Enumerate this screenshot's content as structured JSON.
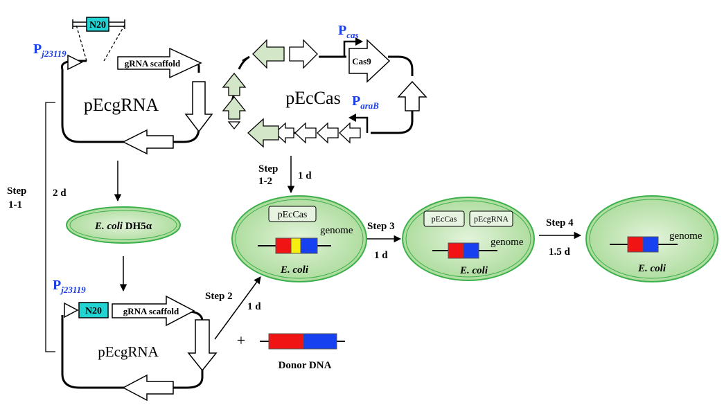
{
  "labels": {
    "n20_top": "N20",
    "n20_bottom": "N20",
    "promoter_j23119_top_main": "P",
    "promoter_j23119_top_sub": "j23119",
    "promoter_j23119_bottom_main": "P",
    "promoter_j23119_bottom_sub": "j23119",
    "grna_scaffold_top": "gRNA scaffold",
    "grna_scaffold_bottom": "gRNA scaffold",
    "pecgrna_top": "pEcgRNA",
    "pecgrna_bottom": "pEcgRNA",
    "pecas": "pEcCas",
    "pcas_main": "P",
    "pcas_sub": "cas",
    "paraB_main": "P",
    "paraB_sub": "araB",
    "cas9": "Cas9",
    "step_1_1_line1": "Step",
    "step_1_1_line2": "1-1",
    "time_2d": "2 d",
    "step_1_2_line1": "Step",
    "step_1_2_line2": "1-2",
    "time_step12": "1 d",
    "ecoli_dh5a_italic": "E. coli",
    "ecoli_dh5a_rest": " DH5α",
    "cell1_plasmid": "pEcCas",
    "cell1_genome": "genome",
    "cell1_name": "E. coli",
    "step3": "Step 3",
    "time_step3": "1 d",
    "cell2_plasmid1": "pEcCas",
    "cell2_plasmid2": "pEcgRNA",
    "cell2_genome": "genome",
    "cell2_name": "E. coli",
    "step4": "Step 4",
    "time_step4": "1.5 d",
    "cell3_genome": "genome",
    "cell3_name": "E. coli",
    "step2": "Step 2",
    "time_step2": "1 d",
    "plus": "+",
    "donor_dna": "Donor DNA"
  },
  "colors": {
    "promoter_blue": "#1a3ee8",
    "n20_fill": "#22d3d3",
    "cell_fill": "#b8e2a8",
    "cell_stroke": "#3cb04a",
    "green_arrow": "#d3e6c8",
    "red_block": "#f01414",
    "blue_block": "#1640f0",
    "yellow_block": "#f5ee10"
  }
}
